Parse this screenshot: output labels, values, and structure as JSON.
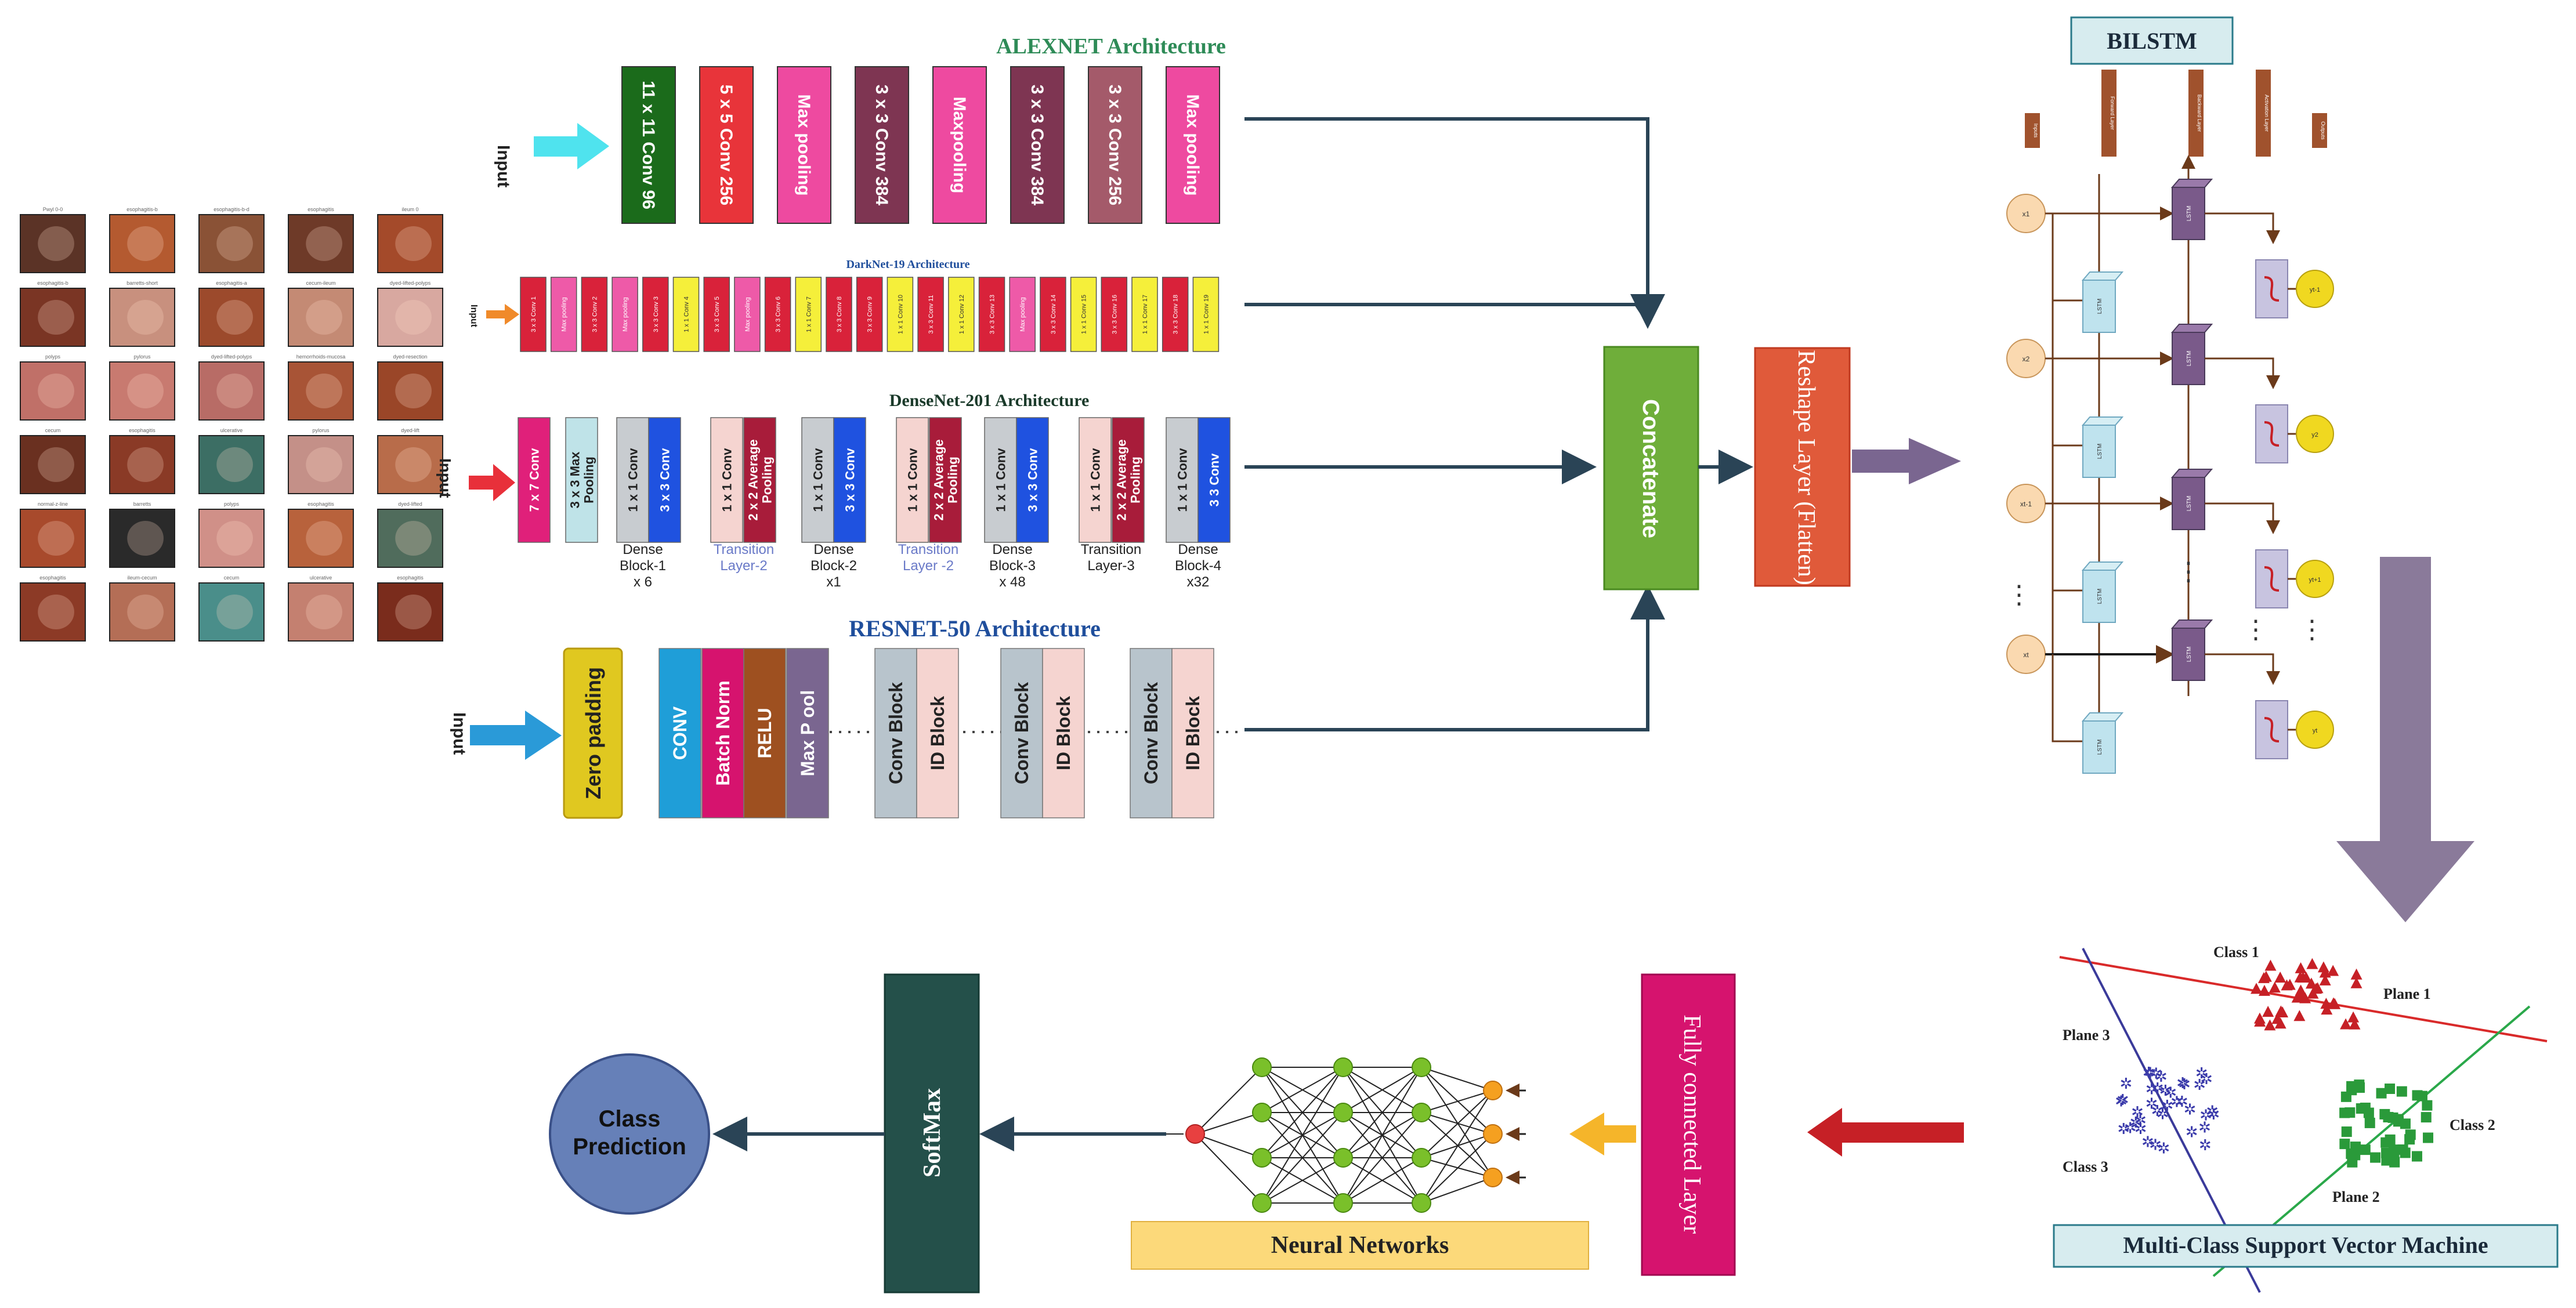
{
  "colors": {
    "arrow_dark": "#2a4456",
    "alex_title": "#2e8b57",
    "resnet_title": "#1f4e9c",
    "darknet_title": "#1f4e9c",
    "concat": "#6fae3a",
    "reshape": "#e05a3a",
    "softmax": "#24504a",
    "fc": "#d6136e",
    "class_pred": "#6680b8",
    "nn_banner": "#fcd97a",
    "svm_title_bg": "#d7ecef",
    "bilstm_bg": "#d7ecef"
  },
  "input_label": "Input",
  "thumbnails": {
    "captions": [
      [
        "Pwyl 0-0",
        "esophagitis-b",
        "esophagitis-b-d",
        "esophagitis",
        "ileum 0"
      ],
      [
        "esophagitis-b",
        "barretts-short",
        "esophagitis-a",
        "cecum-ileum",
        "dyed-lifted-polyps"
      ],
      [
        "polyps",
        "pylorus",
        "dyed-lifted-polyps",
        "hemorrhoids-mucosa",
        "dyed-resection"
      ],
      [
        "cecum",
        "esophagitis",
        "ulcerative",
        "pylorus",
        "dyed-lift"
      ],
      [
        "normal-z-line",
        "barretts",
        "polyps",
        "esophagitis",
        "dyed-lifted"
      ],
      [
        "esophagitis",
        "ileum-cecum",
        "cecum",
        "ulcerative",
        "esophagitis"
      ]
    ],
    "bg": [
      [
        "#5b3326",
        "#b45a30",
        "#8a5236",
        "#6e3a28",
        "#a44a2a"
      ],
      [
        "#7a3524",
        "#c8907e",
        "#9c4a2c",
        "#c48a74",
        "#d8a8a0"
      ],
      [
        "#c07068",
        "#c87a70",
        "#b86c66",
        "#a85436",
        "#9a4628"
      ],
      [
        "#6a3020",
        "#8a3a26",
        "#3c6e64",
        "#c49088",
        "#b86c4a"
      ],
      [
        "#a84a2c",
        "#2a2a2a",
        "#d09088",
        "#b8623c",
        "#506c5c"
      ],
      [
        "#8c3a26",
        "#b46e56",
        "#4a8e8a",
        "#c48070",
        "#7a2c1c"
      ]
    ]
  },
  "alexnet": {
    "title": "ALEXNET Architecture",
    "blocks": [
      {
        "label": "11 x 11 Conv 96",
        "color": "#1b6b1b"
      },
      {
        "label": "5 x 5 Conv 256",
        "color": "#e8343a"
      },
      {
        "label": "Max pooling",
        "color": "#ee4aa0"
      },
      {
        "label": "3 x 3 Conv 384",
        "color": "#7e3552"
      },
      {
        "label": "Maxpooling",
        "color": "#ee4aa0"
      },
      {
        "label": "3 x 3 Conv 384",
        "color": "#7e3552"
      },
      {
        "label": "3 x 3 Conv 256",
        "color": "#a45a6a"
      },
      {
        "label": "Max pooling",
        "color": "#ee4aa0"
      }
    ]
  },
  "darknet": {
    "title": "DarkNet-19 Architecture",
    "blocks": [
      {
        "label": "3 x 3 Conv 1",
        "color": "#d9223a"
      },
      {
        "label": "Max pooling",
        "color": "#ee5aa8"
      },
      {
        "label": "3 x 3 Conv 2",
        "color": "#d9223a"
      },
      {
        "label": "Max pooling",
        "color": "#ee5aa8"
      },
      {
        "label": "3 x 3 Conv 3",
        "color": "#d9223a"
      },
      {
        "label": "1 x 1 Conv 4",
        "color": "#f5ef3a"
      },
      {
        "label": "3 x 3 Conv 5",
        "color": "#d9223a"
      },
      {
        "label": "Max pooling",
        "color": "#ee5aa8"
      },
      {
        "label": "3 x 3 Conv 6",
        "color": "#d9223a"
      },
      {
        "label": "1 x 1 Conv 7",
        "color": "#f5ef3a"
      },
      {
        "label": "3 x 3 Conv 8",
        "color": "#d9223a"
      },
      {
        "label": "3 x 3 Conv 9",
        "color": "#d9223a"
      },
      {
        "label": "1 x 1 Conv 10",
        "color": "#f5ef3a"
      },
      {
        "label": "3 x 3 Conv 11",
        "color": "#d9223a"
      },
      {
        "label": "1 x 1 Conv 12",
        "color": "#f5ef3a"
      },
      {
        "label": "3 x 3 Conv 13",
        "color": "#d9223a"
      },
      {
        "label": "Max pooling",
        "color": "#ee5aa8"
      },
      {
        "label": "3 x 3 Conv 14",
        "color": "#d9223a"
      },
      {
        "label": "1 x 1 Conv 15",
        "color": "#f5ef3a"
      },
      {
        "label": "3 x 3 Conv 16",
        "color": "#d9223a"
      },
      {
        "label": "1 x 1 Conv 17",
        "color": "#f5ef3a"
      },
      {
        "label": "3 x 3 Conv 18",
        "color": "#d9223a"
      },
      {
        "label": "1 x 1 Conv 19",
        "color": "#f5ef3a"
      }
    ]
  },
  "densenet": {
    "title": "DenseNet-201 Architecture",
    "blocks": [
      {
        "label": "7 x 7 Conv",
        "color": "#e0207a",
        "text": "#ffffff"
      },
      {
        "label": "3 x 3 Max Pooling",
        "color": "#bfe3e8",
        "text": "#222222"
      },
      {
        "label": "1 x 1 Conv",
        "color": "#c8ccd0",
        "text": "#222222"
      },
      {
        "label": "3 x 3 Conv",
        "color": "#1f52e0",
        "text": "#ffffff"
      },
      {
        "label": "1 x 1 Conv",
        "color": "#f5d4d0",
        "text": "#222222"
      },
      {
        "label": "2 x 2 Average Pooling",
        "color": "#a81c3a",
        "text": "#ffffff"
      },
      {
        "label": "1 x 1 Conv",
        "color": "#c8ccd0",
        "text": "#222222"
      },
      {
        "label": "3 x 3 Conv",
        "color": "#1f52e0",
        "text": "#ffffff"
      },
      {
        "label": "1 x 1 Conv",
        "color": "#f5d4d0",
        "text": "#222222"
      },
      {
        "label": "2 x 2 Average Pooling",
        "color": "#a81c3a",
        "text": "#ffffff"
      },
      {
        "label": "1 x 1 Conv",
        "color": "#c8ccd0",
        "text": "#222222"
      },
      {
        "label": "3 x 3 Conv",
        "color": "#1f52e0",
        "text": "#ffffff"
      },
      {
        "label": "1 x 1 Conv",
        "color": "#f5d4d0",
        "text": "#222222"
      },
      {
        "label": "2 x 2 Average Pooling",
        "color": "#a81c3a",
        "text": "#ffffff"
      },
      {
        "label": "1 x 1 Conv",
        "color": "#c8ccd0",
        "text": "#222222"
      },
      {
        "label": "3 3 Conv",
        "color": "#1f52e0",
        "text": "#ffffff"
      }
    ],
    "captions": [
      {
        "lines": [
          "Dense",
          "Block-1",
          "x 6"
        ],
        "color": "#222222"
      },
      {
        "lines": [
          "Transition",
          "Layer-2"
        ],
        "color": "#6a7ac8"
      },
      {
        "lines": [
          "Dense",
          "Block-2",
          "x1"
        ],
        "color": "#222222"
      },
      {
        "lines": [
          "Transition",
          "Layer -2"
        ],
        "color": "#6a7ac8"
      },
      {
        "lines": [
          "Dense",
          "Block-3",
          "x 48"
        ],
        "color": "#222222"
      },
      {
        "lines": [
          "Transition",
          "Layer-3"
        ],
        "color": "#222222"
      },
      {
        "lines": [
          "Dense",
          "Block-4",
          "x32"
        ],
        "color": "#222222"
      }
    ]
  },
  "resnet": {
    "title": "RESNET-50 Architecture",
    "zero_padding": "Zero padding",
    "blocks": [
      {
        "label": "CONV",
        "color": "#1f9ed8",
        "text": "#ffffff"
      },
      {
        "label": "Batch Norm",
        "color": "#d6136e",
        "text": "#ffffff"
      },
      {
        "label": "RELU",
        "color": "#9e5020",
        "text": "#ffffff"
      },
      {
        "label": "Max P ool",
        "color": "#7a6690",
        "text": "#ffffff"
      },
      {
        "label": "Conv Block",
        "color": "#b8c4cc",
        "text": "#222222"
      },
      {
        "label": "ID Block",
        "color": "#f5d4d0",
        "text": "#222222"
      },
      {
        "label": "Conv Block",
        "color": "#b8c4cc",
        "text": "#222222"
      },
      {
        "label": "ID Block",
        "color": "#f5d4d0",
        "text": "#222222"
      },
      {
        "label": "Conv Block",
        "color": "#b8c4cc",
        "text": "#222222"
      },
      {
        "label": "ID Block",
        "color": "#f5d4d0",
        "text": "#222222"
      }
    ]
  },
  "concatenate": "Concatenate",
  "reshape": "Reshape Layer (Flatten)",
  "bilstm": {
    "title": "BILSTM",
    "top_labels": [
      "Inputs",
      "Forward Layer",
      "Backward Layer",
      "Activation Layer",
      "Outputs"
    ],
    "x_labels": [
      "x1",
      "x2",
      "xt-1",
      "xt"
    ],
    "y_labels": [
      "yt-1",
      "y2",
      "yt+1",
      "yt"
    ],
    "cell_label": "LSTM",
    "dots": "⋮"
  },
  "svm": {
    "title": "Multi-Class Support Vector Machine",
    "class1": "Class 1",
    "class2": "Class 2",
    "class3": "Class 3",
    "plane1": "Plane 1",
    "plane2": "Plane 2",
    "plane3": "Plane 3"
  },
  "fully_connected": "Fully connected Layer",
  "neural_networks": "Neural Networks",
  "softmax": "SoftMax",
  "class_prediction": [
    "Class",
    "Prediction"
  ]
}
